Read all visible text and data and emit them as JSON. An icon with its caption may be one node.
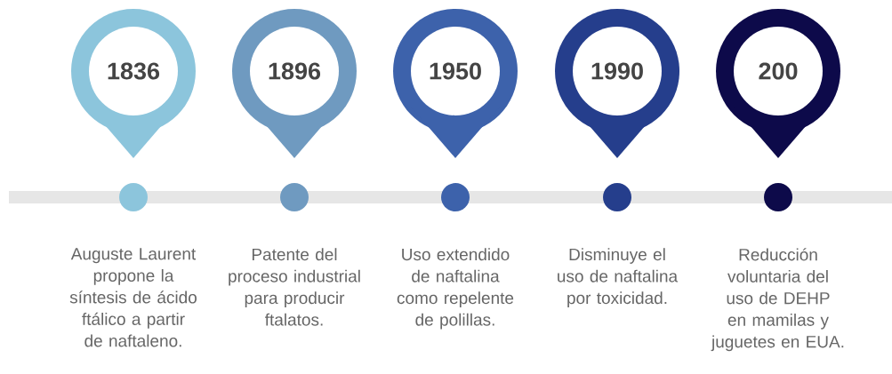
{
  "diagram": {
    "nodes": [
      {
        "text": [
          "1836"
        ]
      },
      {
        "text": [
          "1896"
        ]
      },
      {
        "text": [
          "1950"
        ]
      },
      {
        "text": [
          "1990"
        ]
      },
      {
        "text": [
          "200"
        ]
      },
      {
        "text": [],
        "shape": "circle",
        "beside": [
          "Auguste Laurent propone la síntesis de ácido ftálico a partir de naftaleno."
        ]
      },
      {
        "text": [],
        "shape": "circle",
        "beside": [
          "Patente del proceso industrial para producir ftalatos."
        ]
      },
      {
        "text": [],
        "shape": "circle",
        "beside": [
          "Uso extendido de naftalina como repelente de polillas."
        ]
      },
      {
        "text": [],
        "shape": "circle",
        "beside": [
          "Disminuye el uso de naftalina por toxicidad."
        ]
      },
      {
        "text": [],
        "shape": "circle",
        "beside": [
          "Reducción voluntaria del uso de DEHP en mamilas y juguetes en EUA."
        ]
      },
      {
        "text": [],
        "shape": "bar"
      }
    ]
  }
}
